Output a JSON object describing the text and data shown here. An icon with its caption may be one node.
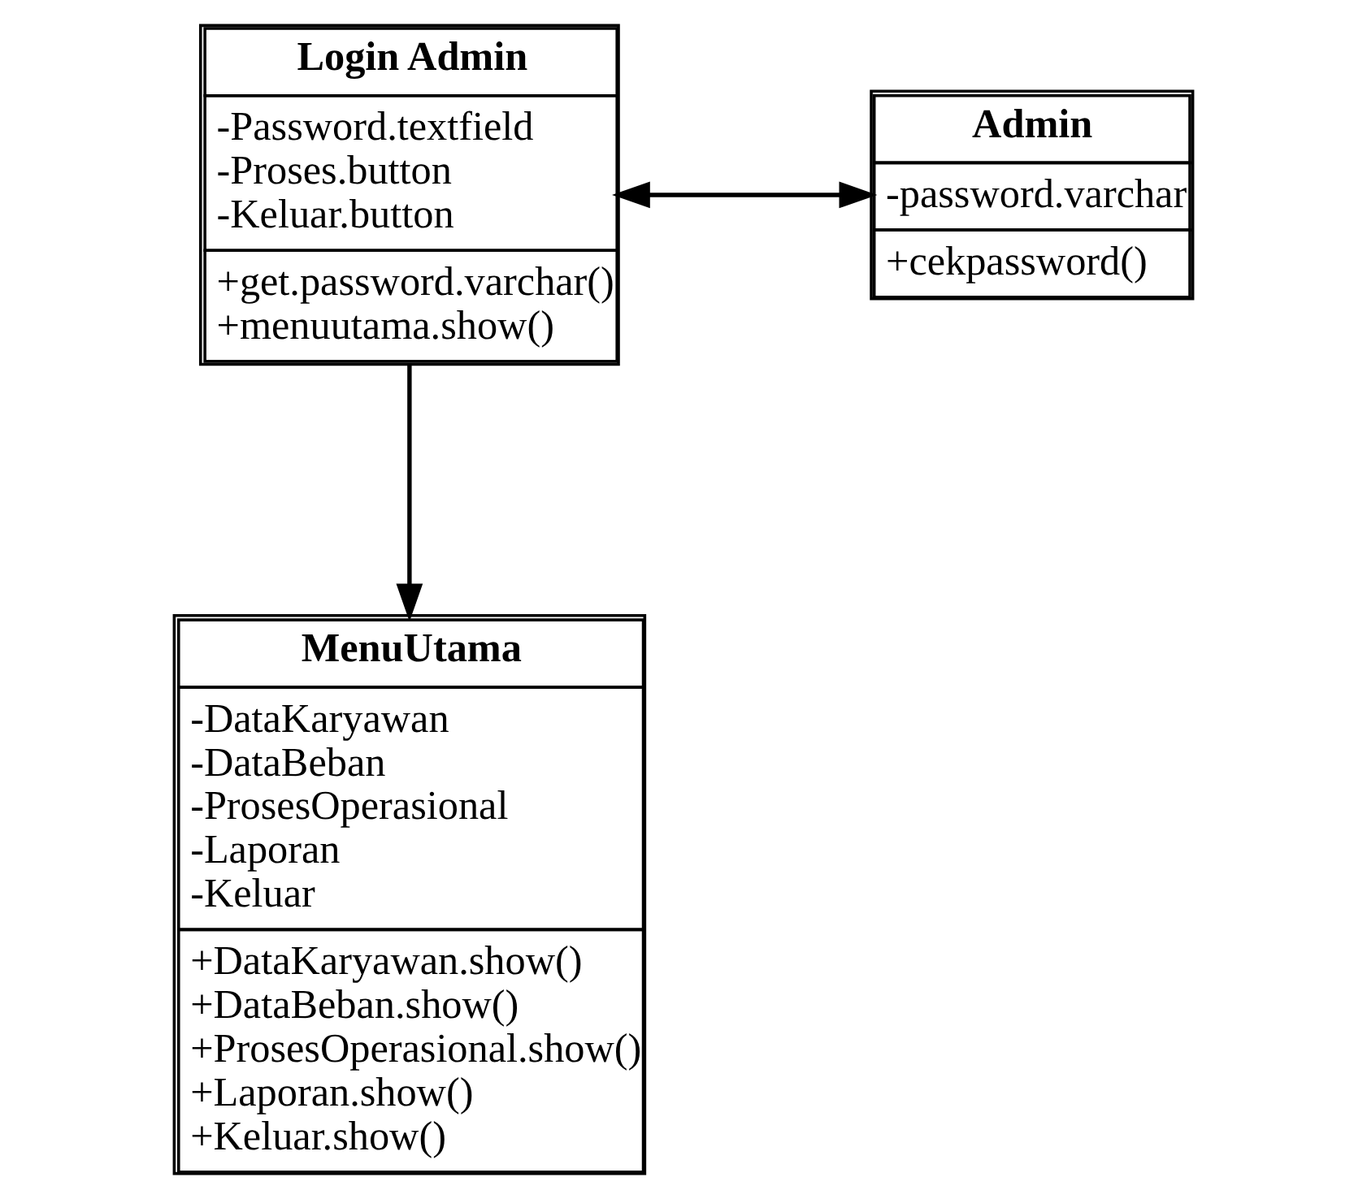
{
  "diagram": {
    "nodes": [
      {
        "text": [
          "Login Admin",
          "-Password.textfield -Proses.button -Keluar.button",
          "+get.password.varchar() +menuutama.show()"
        ]
      },
      {
        "text": [
          "Admin",
          "-password.varchar",
          "+cekpassword()"
        ]
      },
      {
        "text": [
          "MenuUtama",
          "-DataKaryawan -DataBeban -ProsesOperasional -Laporan -Keluar",
          "+DataKaryawan.show() +DataBeban.show() +ProsesOperasional.show() +Laporan.show() +Keluar.show()"
        ]
      }
    ],
    "edges": [
      {
        "from": 0,
        "to": 1,
        "arrow": "both"
      },
      {
        "from": 0,
        "to": 2,
        "arrow": "to"
      }
    ]
  }
}
